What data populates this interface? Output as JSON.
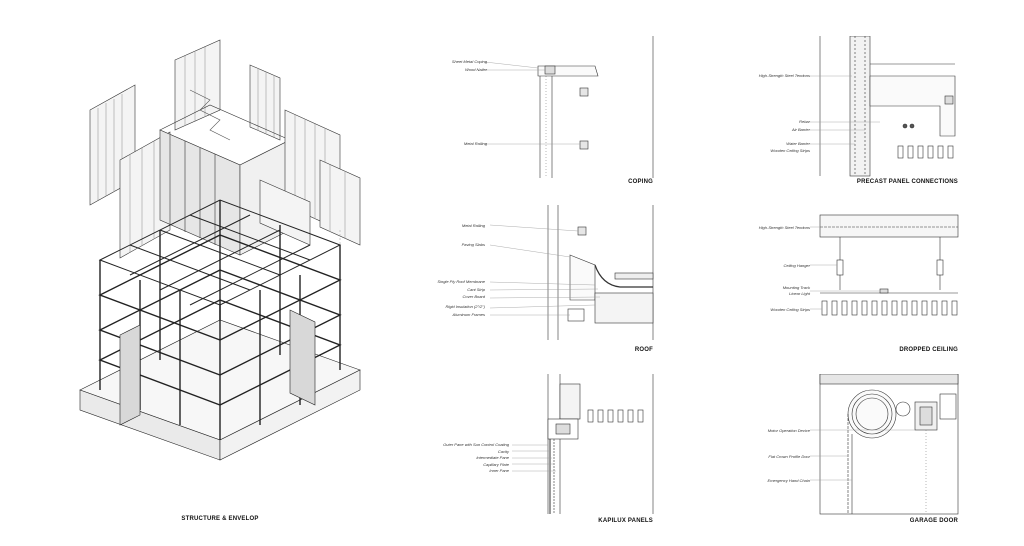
{
  "axon": {
    "title": "STRUCTURE & ENVELOP"
  },
  "details": [
    {
      "id": "coping",
      "title": "COPING",
      "labels": [
        "Sheet Metal Coping",
        "Wood Nailer",
        "Metal Railing"
      ]
    },
    {
      "id": "precast",
      "title": "PRECAST PANEL CONNECTIONS",
      "labels": [
        "High-Strength Steel Tendons",
        "Rebar",
        "Air Barrier",
        "Water Barrier",
        "Wooden Ceiling Strips"
      ]
    },
    {
      "id": "roof",
      "title": "ROOF",
      "labels": [
        "Metal Railing",
        "Paving Slabs",
        "Single Ply Roof Membrane",
        "Cant Strip",
        "Cover Board",
        "Rigid Insulation (2\"/2\")",
        "Aluminum Frames"
      ]
    },
    {
      "id": "dropped",
      "title": "DROPPED CEILING",
      "labels": [
        "High-Strength Steel Tendons",
        "Ceiling Hanger",
        "Mounting Track",
        "Linear Light",
        "Wooden Ceiling Strips"
      ]
    },
    {
      "id": "kapilux",
      "title": "KAPILUX PANELS",
      "labels": [
        "Outer Pane with Sun Control Coating",
        "Cavity",
        "Intermediate Pane",
        "Capillary Plate",
        "Inner Pane"
      ]
    },
    {
      "id": "garage",
      "title": "GARAGE DOOR",
      "labels": [
        "Motor Operation Device",
        "Flat Crown Profile Door",
        "Emergency Hand Chain"
      ]
    }
  ]
}
